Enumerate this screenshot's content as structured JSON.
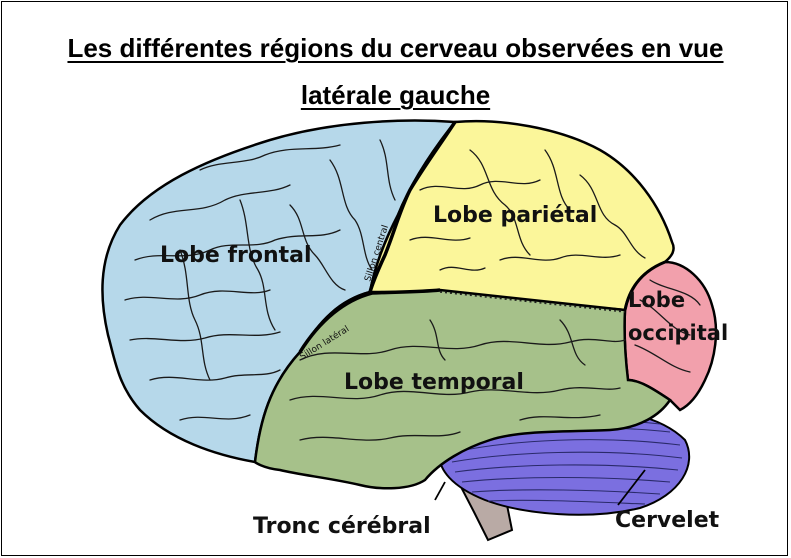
{
  "title": {
    "line1": "Les différentes régions du cerveau observées en vue",
    "line2": "latérale gauche"
  },
  "regions": {
    "frontal": {
      "label": "Lobe frontal",
      "color": "#b6d8ea"
    },
    "parietal": {
      "label": "Lobe pariétal",
      "color": "#fbf69a"
    },
    "occipital": {
      "label_line1": "Lobe",
      "label_line2": "occipital",
      "color": "#f2a0ac"
    },
    "temporal": {
      "label": "Lobe temporal",
      "color": "#a6c18a"
    },
    "cerebellum": {
      "label": "Cervelet",
      "color": "#7b6fe0"
    },
    "brainstem": {
      "label": "Tronc cérébral",
      "color": "#b9aaa5"
    }
  },
  "sulci": {
    "central": "Sillon central",
    "lateral": "Sillon latéral"
  }
}
